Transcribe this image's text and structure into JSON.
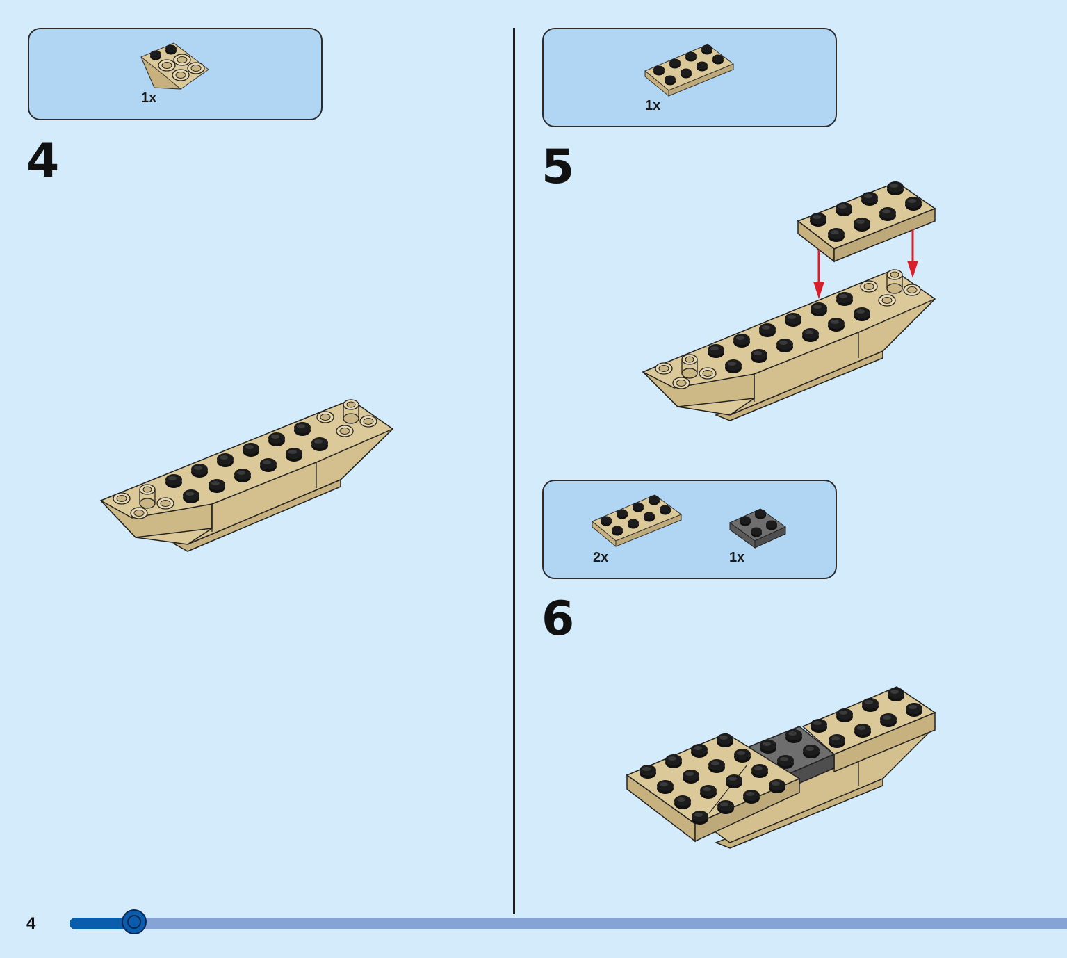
{
  "page": {
    "number": "4",
    "progress": 0.065
  },
  "colors": {
    "background": "#d4ebfb",
    "parts_box": "#b1d6f3",
    "tan": "#dcc99a",
    "dark_gray": "#6b6b6b",
    "progress": "#0a5cad",
    "progress_track": "#86a3d6",
    "arrow": "#d8202c"
  },
  "steps": [
    {
      "number": "4",
      "parts": [
        {
          "qty": "1x",
          "part": "tan-inverted-slope-2x3"
        }
      ]
    },
    {
      "number": "5",
      "parts": [
        {
          "qty": "1x",
          "part": "tan-plate-2x4"
        }
      ]
    },
    {
      "number": "6",
      "parts": [
        {
          "qty": "2x",
          "part": "tan-plate-2x4"
        },
        {
          "qty": "1x",
          "part": "dark-gray-plate-2x2"
        }
      ]
    }
  ]
}
